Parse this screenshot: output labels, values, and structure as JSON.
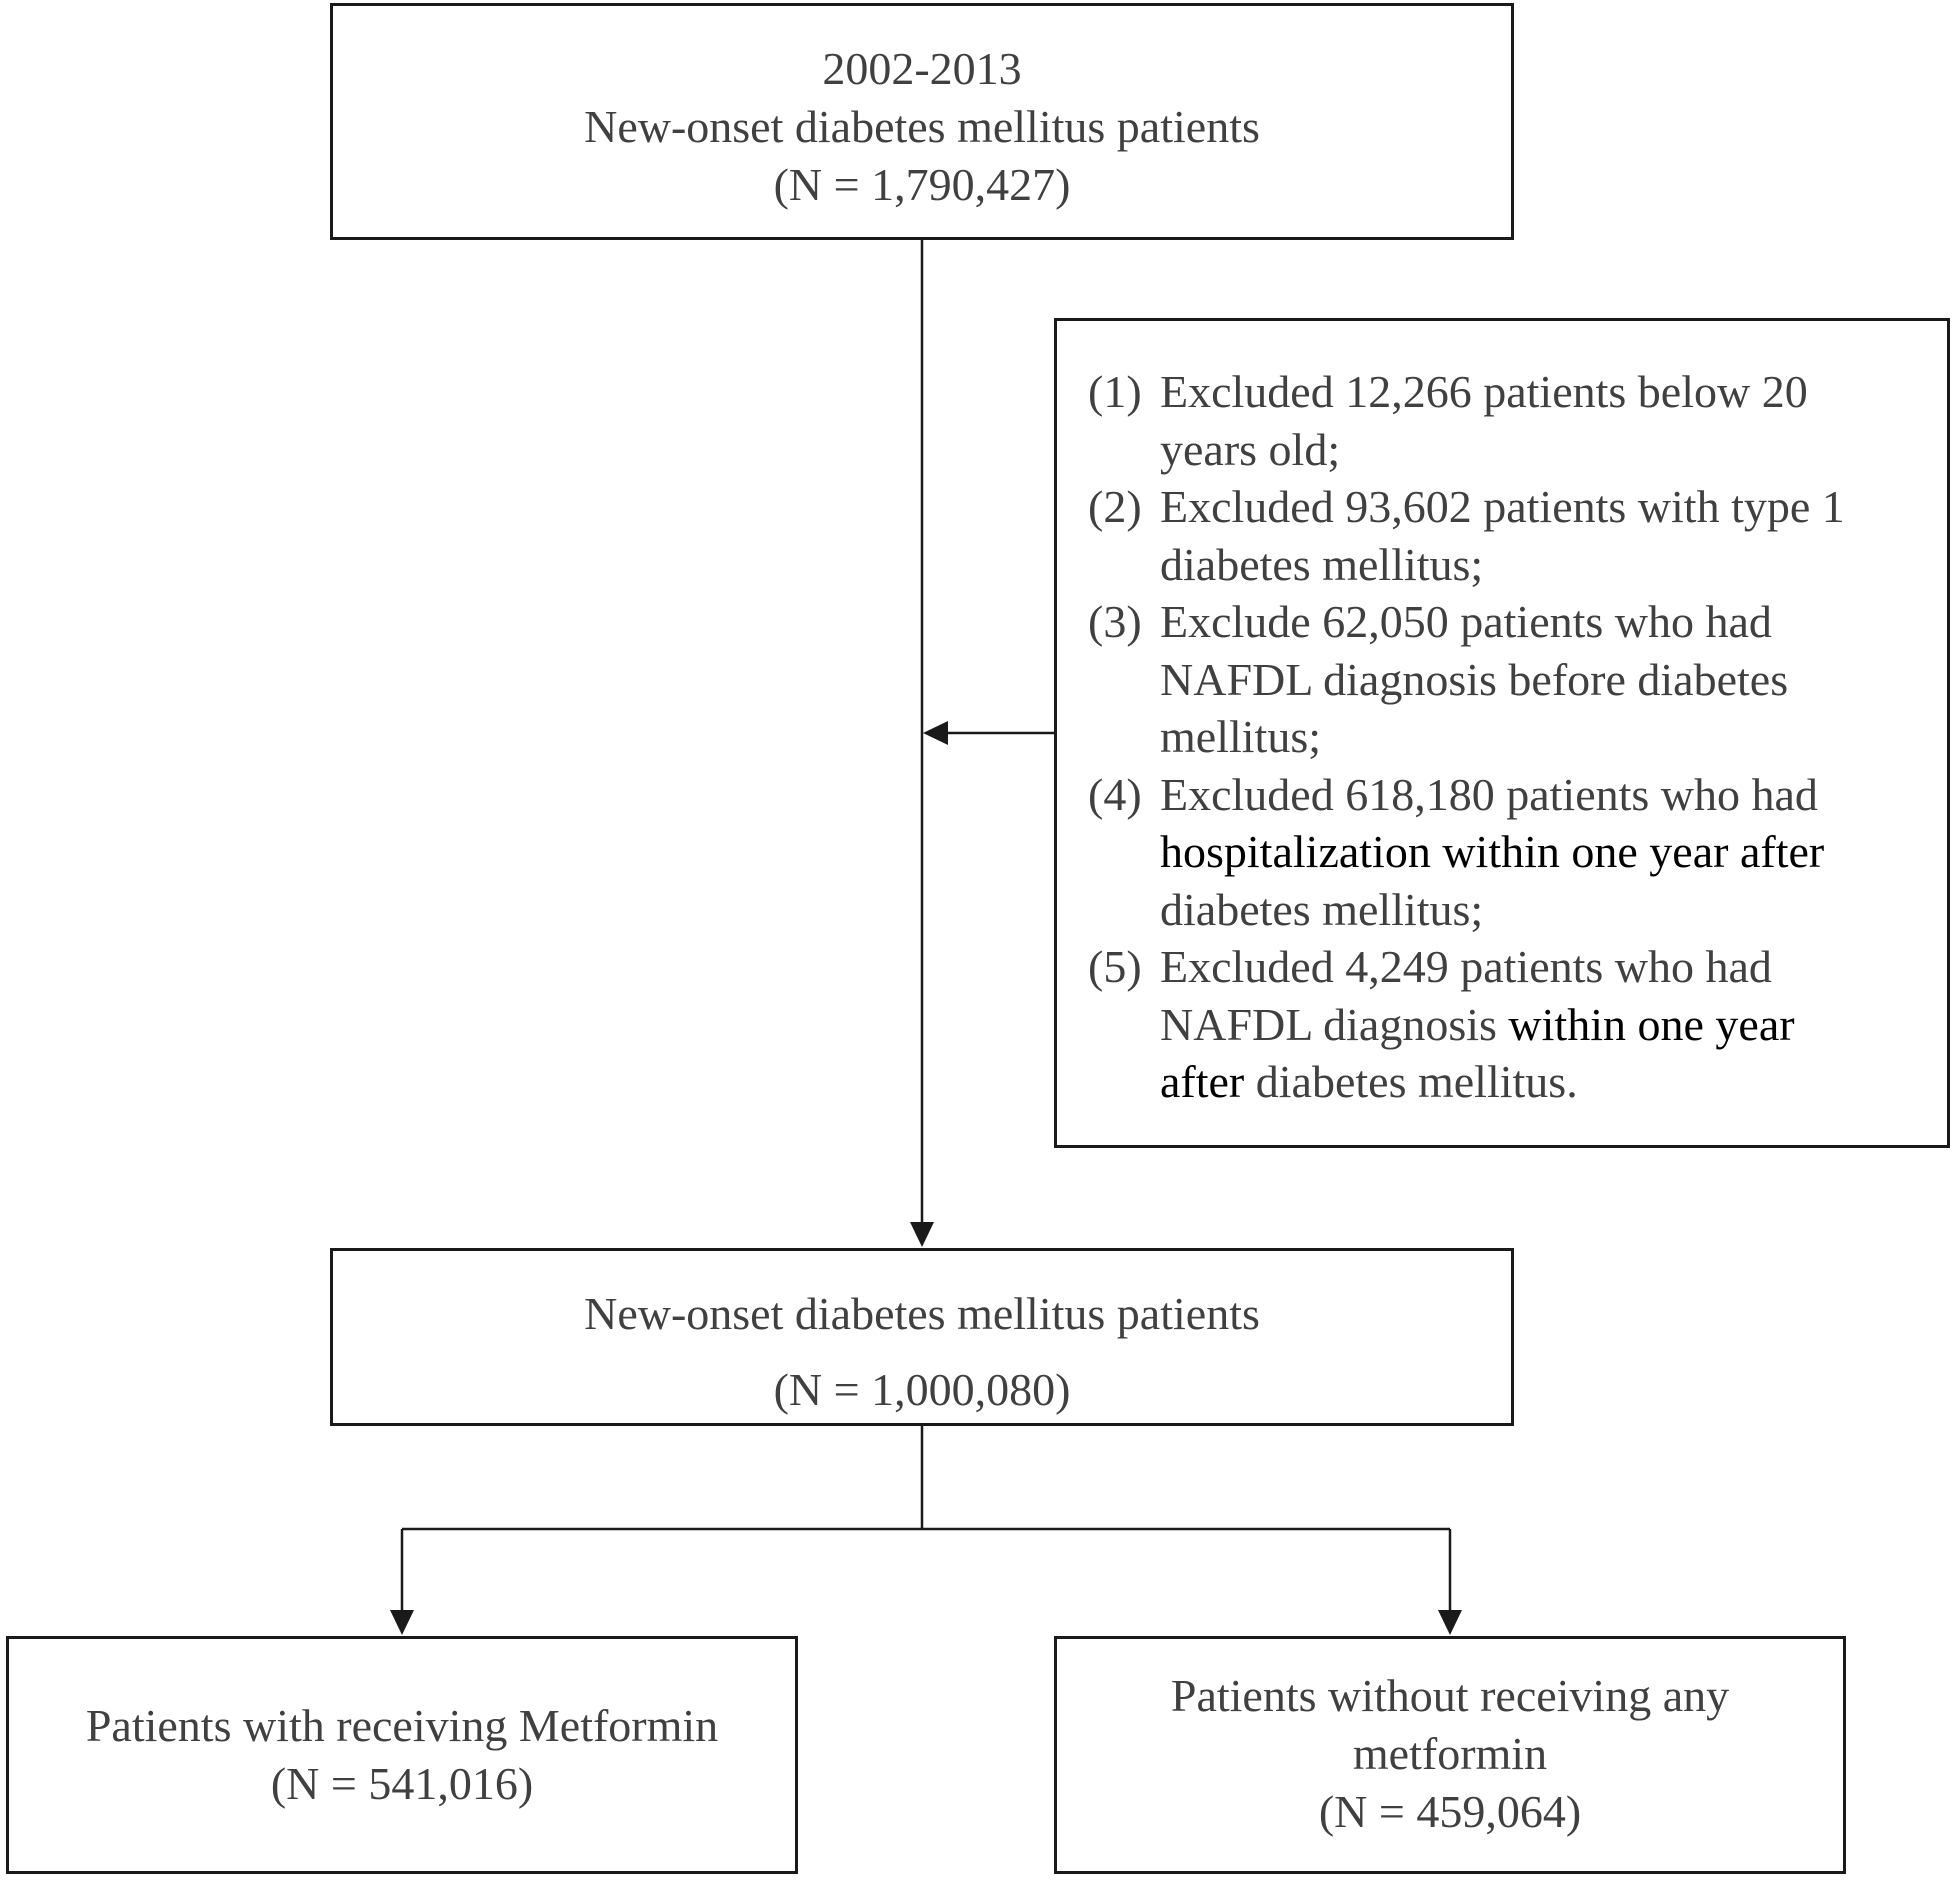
{
  "top_box": {
    "line1": "2002-2013",
    "line2": "New-onset diabetes mellitus patients",
    "line3": "(N = 1,790,427)"
  },
  "exclusion_box": {
    "items": [
      {
        "num": "(1)",
        "lines": [
          "Excluded 12,266 patients below 20",
          "years old;"
        ]
      },
      {
        "num": "(2)",
        "lines": [
          "Excluded 93,602 patients with type 1",
          "diabetes mellitus;"
        ]
      },
      {
        "num": "(3)",
        "lines": [
          "Exclude 62,050 patients who had",
          "NAFDL diagnosis before diabetes",
          "mellitus;"
        ]
      },
      {
        "num": "(4)",
        "lines": [
          "Excluded 618,180 patients who had",
          "hospitalization within one year after",
          "diabetes mellitus;"
        ]
      },
      {
        "num": "(5)",
        "line1": "Excluded 4,249 patients who had",
        "line2_a": "NAFDL diagnosis ",
        "line2_b": "within one year",
        "line3_a": "after",
        "line3_b": " diabetes mellitus."
      }
    ]
  },
  "middle_box": {
    "line1": "New-onset diabetes mellitus patients",
    "line2": "(N = 1,000,080)"
  },
  "left_box": {
    "line1": "Patients with receiving Metformin",
    "line2": "(N = 541,016)"
  },
  "right_box": {
    "line1": "Patients without receiving any",
    "line2": "metformin",
    "line3": "(N = 459,064)"
  },
  "colors": {
    "text": "#404040",
    "emphasis_text": "#000000",
    "lines": "#1a1a1a"
  }
}
